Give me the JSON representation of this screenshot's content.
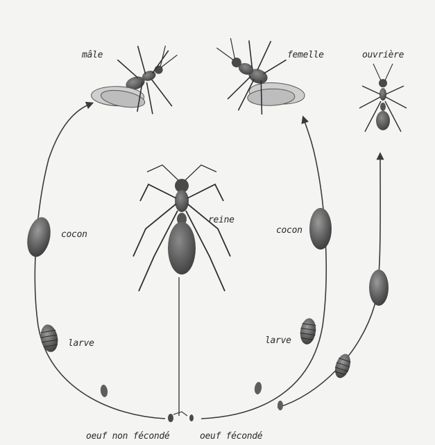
{
  "labels": {
    "male": "mâle",
    "female": "femelle",
    "worker": "ouvrière",
    "queen": "reine",
    "cocoon_left": "cocon",
    "cocoon_right": "cocon",
    "larva_left": "larve",
    "larva_right": "larve",
    "egg_unfertilized": "oeuf non fécondé",
    "egg_fertilized": "oeuf fécondé"
  },
  "colors": {
    "ink": "#3a3a3a",
    "body": "#6b6b6b",
    "body_dark": "#3e3e3e",
    "wing": "#c9c9c9",
    "paper": "#f4f4f2"
  }
}
